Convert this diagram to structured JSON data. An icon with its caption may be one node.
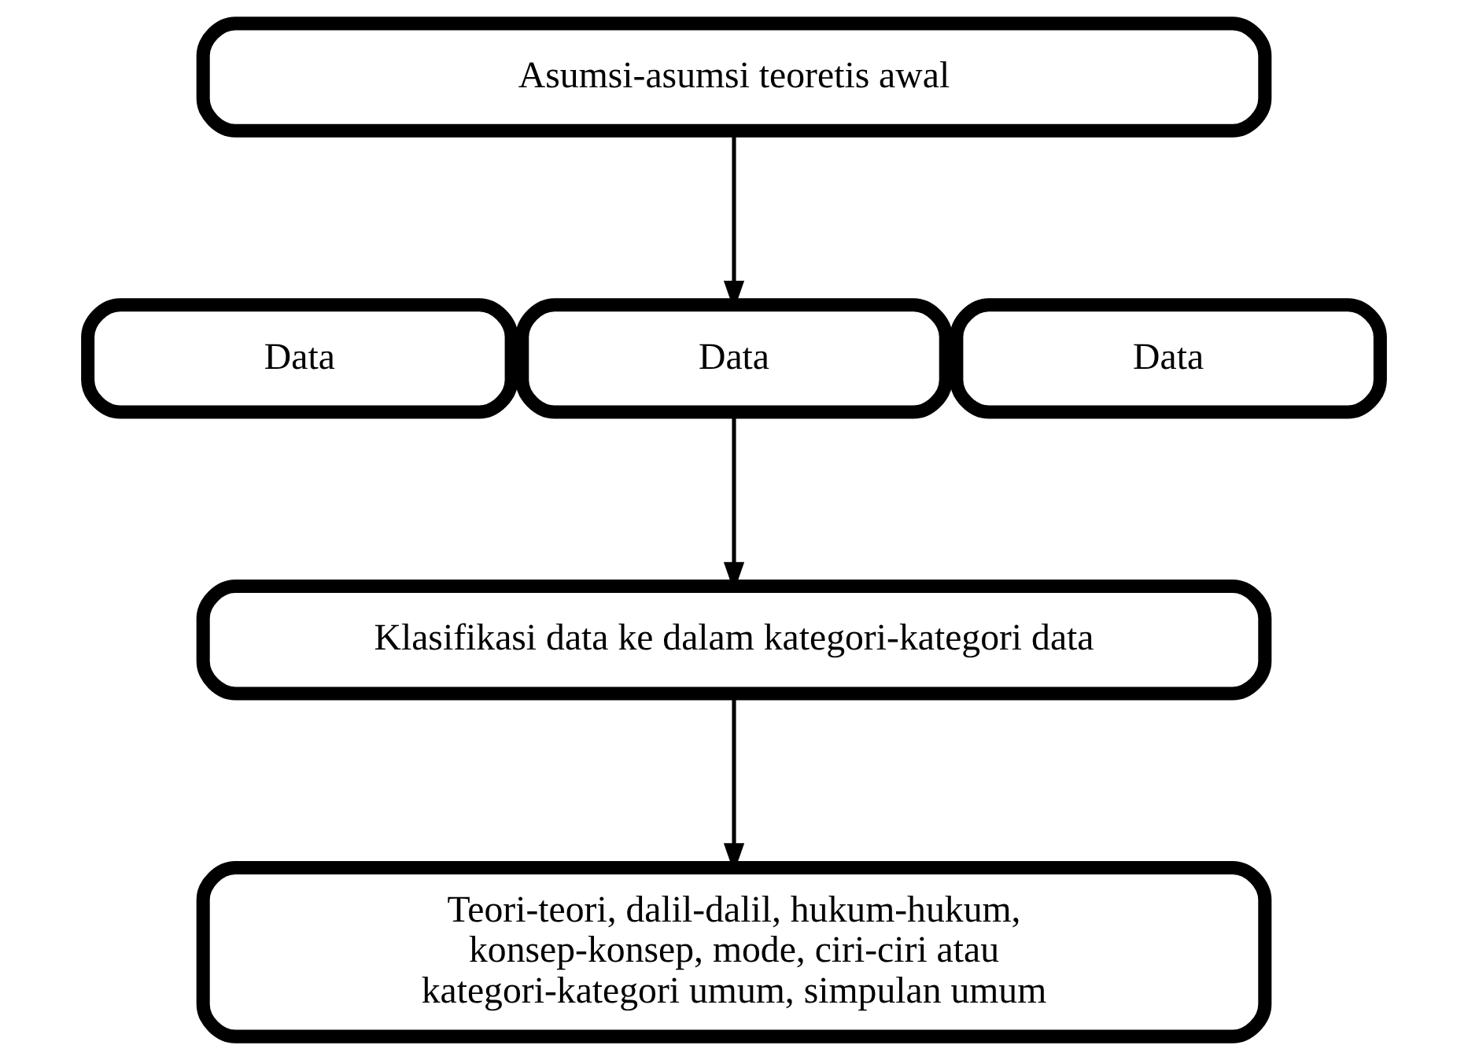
{
  "diagram": {
    "nodes": [
      {
        "text": [
          "Asumsi-asumsi teoretis awal"
        ]
      },
      {
        "text": [
          "Data"
        ]
      },
      {
        "text": [
          "Data"
        ]
      },
      {
        "text": [
          "Data"
        ]
      },
      {
        "text": [
          "Klasifikasi data ke dalam kategori-kategori data"
        ]
      },
      {
        "text": [
          "Teori-teori, dalil-dalil, hukum-hukum, konsep-konsep, mode, ciri-ciri atau kategori-kategori umum, simpulan umum"
        ]
      }
    ],
    "edges": [
      {
        "from": 0,
        "to": 2,
        "arrow": "to"
      },
      {
        "from": 2,
        "to": 4,
        "arrow": "to"
      },
      {
        "from": 4,
        "to": 5,
        "arrow": "to"
      }
    ]
  }
}
